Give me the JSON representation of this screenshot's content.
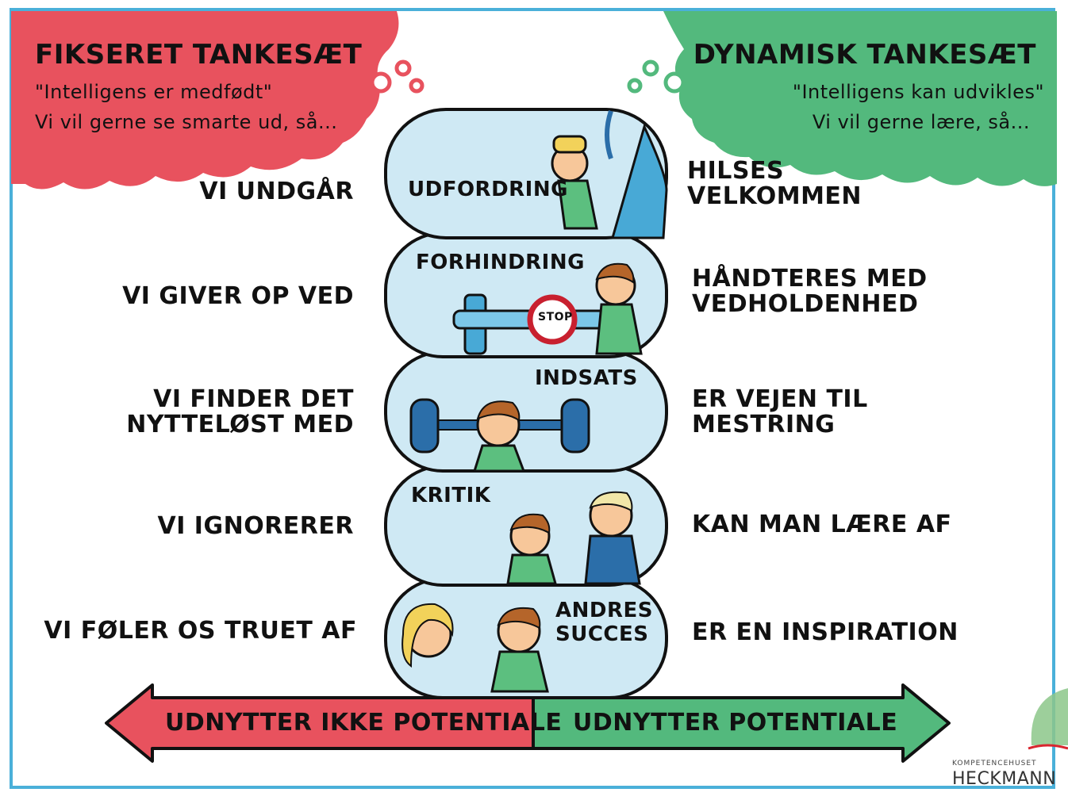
{
  "fixed": {
    "title": "FIKSERET TANKESÆT",
    "quote": "\"Intelligens er medfødt\"",
    "lead": "Vi vil gerne se smarte ud, så..."
  },
  "dynamic": {
    "title": "DYNAMISK TANKESÆT",
    "quote": "\"Intelligens kan udvikles\"",
    "lead": "Vi vil gerne lære, så..."
  },
  "rows": [
    {
      "left": "VI UNDGÅR",
      "center": "UDFORDRING",
      "right": "HILSES\nVELKOMMEN"
    },
    {
      "left": "VI GIVER OP VED",
      "center": "FORHINDRING",
      "right": "HÅNDTERES MED\nVEDHOLDENHED"
    },
    {
      "left": "VI FINDER DET\nNYTTELØST MED",
      "center": "INDSATS",
      "right": "ER VEJEN TIL\nMESTRING"
    },
    {
      "left": "VI IGNORERER",
      "center": "KRITIK",
      "right": "KAN MAN LÆRE AF"
    },
    {
      "left": "VI FØLER OS TRUET AF",
      "center": "ANDRES\nSUCCES",
      "right": "ER EN INSPIRATION"
    }
  ],
  "stop_sign": "STOP",
  "arrows": {
    "left_label": "UDNYTTER IKKE POTENTIALE",
    "right_label": "UDNYTTER POTENTIALE"
  },
  "logo": {
    "small": "KOMPETENCEHUSET",
    "big": "HECKMANN"
  },
  "colors": {
    "fixed_red": "#e8525e",
    "dynamic_green": "#53b97d",
    "pill_blue": "#cfe9f4",
    "frame_blue": "#4ab0d9",
    "outline": "#111111"
  }
}
